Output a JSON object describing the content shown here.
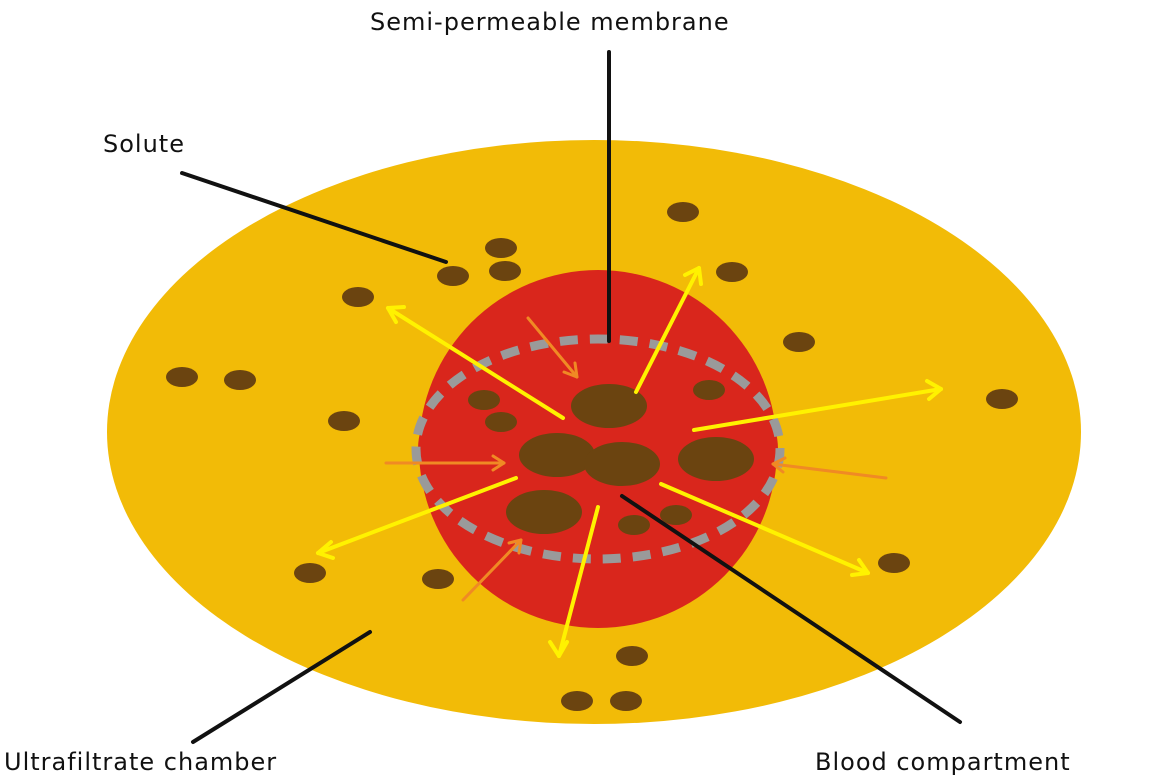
{
  "labels": {
    "membrane": "Semi-permeable membrane",
    "solute": "Solute",
    "ultrafiltrate": "Ultrafiltrate chamber",
    "blood": "Blood compartment"
  },
  "colors": {
    "outer_chamber": "#F2BB07",
    "blood": "#D9261C",
    "membrane_dash": "#9A9A9A",
    "solute": "#6B4410",
    "arrow_yellow": "#FFF200",
    "arrow_orange": "#F08A24",
    "leader_line": "#111111"
  }
}
